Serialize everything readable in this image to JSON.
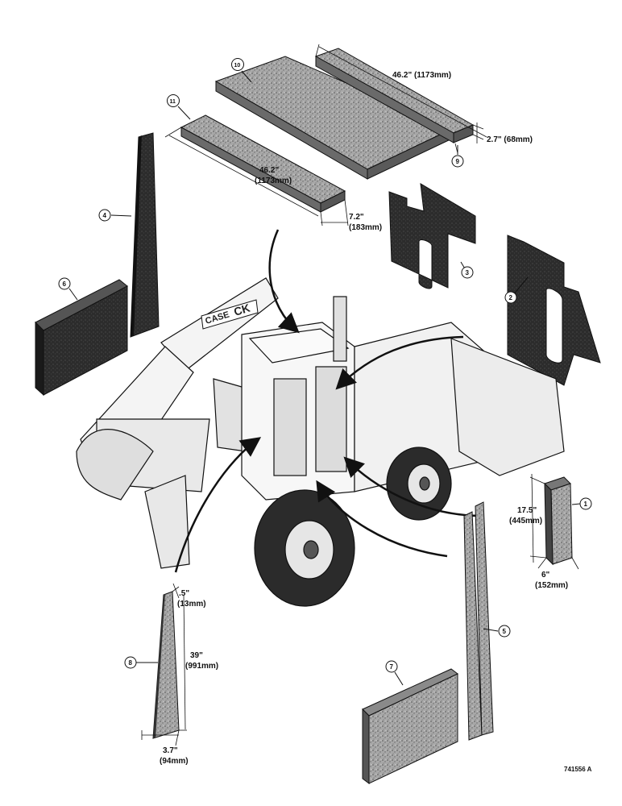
{
  "diagram": {
    "callouts": [
      "1",
      "2",
      "3",
      "4",
      "5",
      "6",
      "7",
      "8",
      "9",
      "10",
      "11"
    ],
    "dimensions": {
      "top_panel_length": "46.2\" (1173mm)",
      "top_panel_depth": "2.7\" (68mm)",
      "strip_length_in": "46.2\"",
      "strip_length_mm": "(1173mm)",
      "strip_width_in": "7.2\"",
      "strip_width_mm": "(183mm)",
      "pad1_height_in": "17.5\"",
      "pad1_height_mm": "(445mm)",
      "pad1_width_in": "6\"",
      "pad1_width_mm": "(152mm)",
      "post_top_in": ".5\"",
      "post_top_mm": "(13mm)",
      "post_height_in": "39\"",
      "post_height_mm": "(991mm)",
      "post_bottom_in": "3.7\"",
      "post_bottom_mm": "(94mm)"
    },
    "machine_decal": "CASE",
    "machine_model": "CK",
    "figure_id": "741556 A"
  },
  "colors": {
    "ink": "#111111",
    "foam": "#9a9a9a",
    "dark_foam": "#2a2a2a",
    "paper": "#ffffff"
  }
}
